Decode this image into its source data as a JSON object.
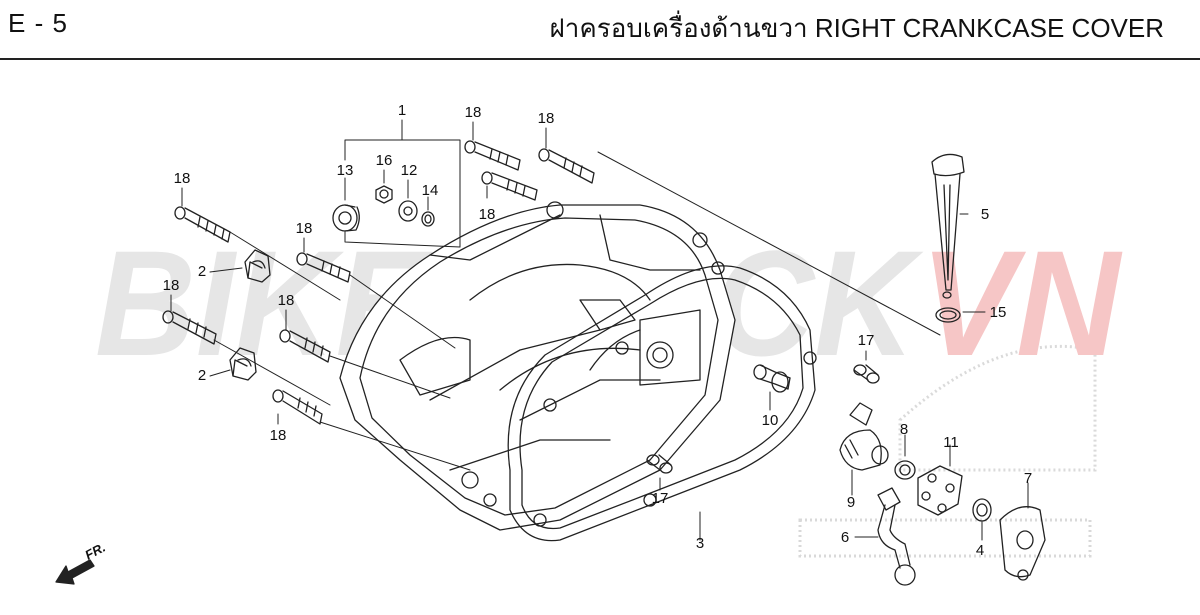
{
  "header": {
    "page_code": "E - 5",
    "title": "ฝาครอบเครื่องด้านขวา  RIGHT CRANKCASE COVER"
  },
  "watermark": {
    "text_main": "BIKESTOCK",
    "text_accent": "VN",
    "color_main": "#e6e6e6",
    "color_accent": "#f6c6c6"
  },
  "direction_marker": {
    "label": "FR."
  },
  "callouts": {
    "c1": "1",
    "c2a": "2",
    "c2b": "2",
    "c3": "3",
    "c4": "4",
    "c5": "5",
    "c6": "6",
    "c7": "7",
    "c8": "8",
    "c9": "9",
    "c10": "10",
    "c11": "11",
    "c12": "12",
    "c13": "13",
    "c14": "14",
    "c15": "15",
    "c16": "16",
    "c17a": "17",
    "c17b": "17",
    "c18a": "18",
    "c18b": "18",
    "c18c": "18",
    "c18d": "18",
    "c18e": "18",
    "c18f": "18",
    "c18g": "18",
    "c18h": "18"
  },
  "colors": {
    "line": "#222222",
    "background": "#ffffff"
  }
}
